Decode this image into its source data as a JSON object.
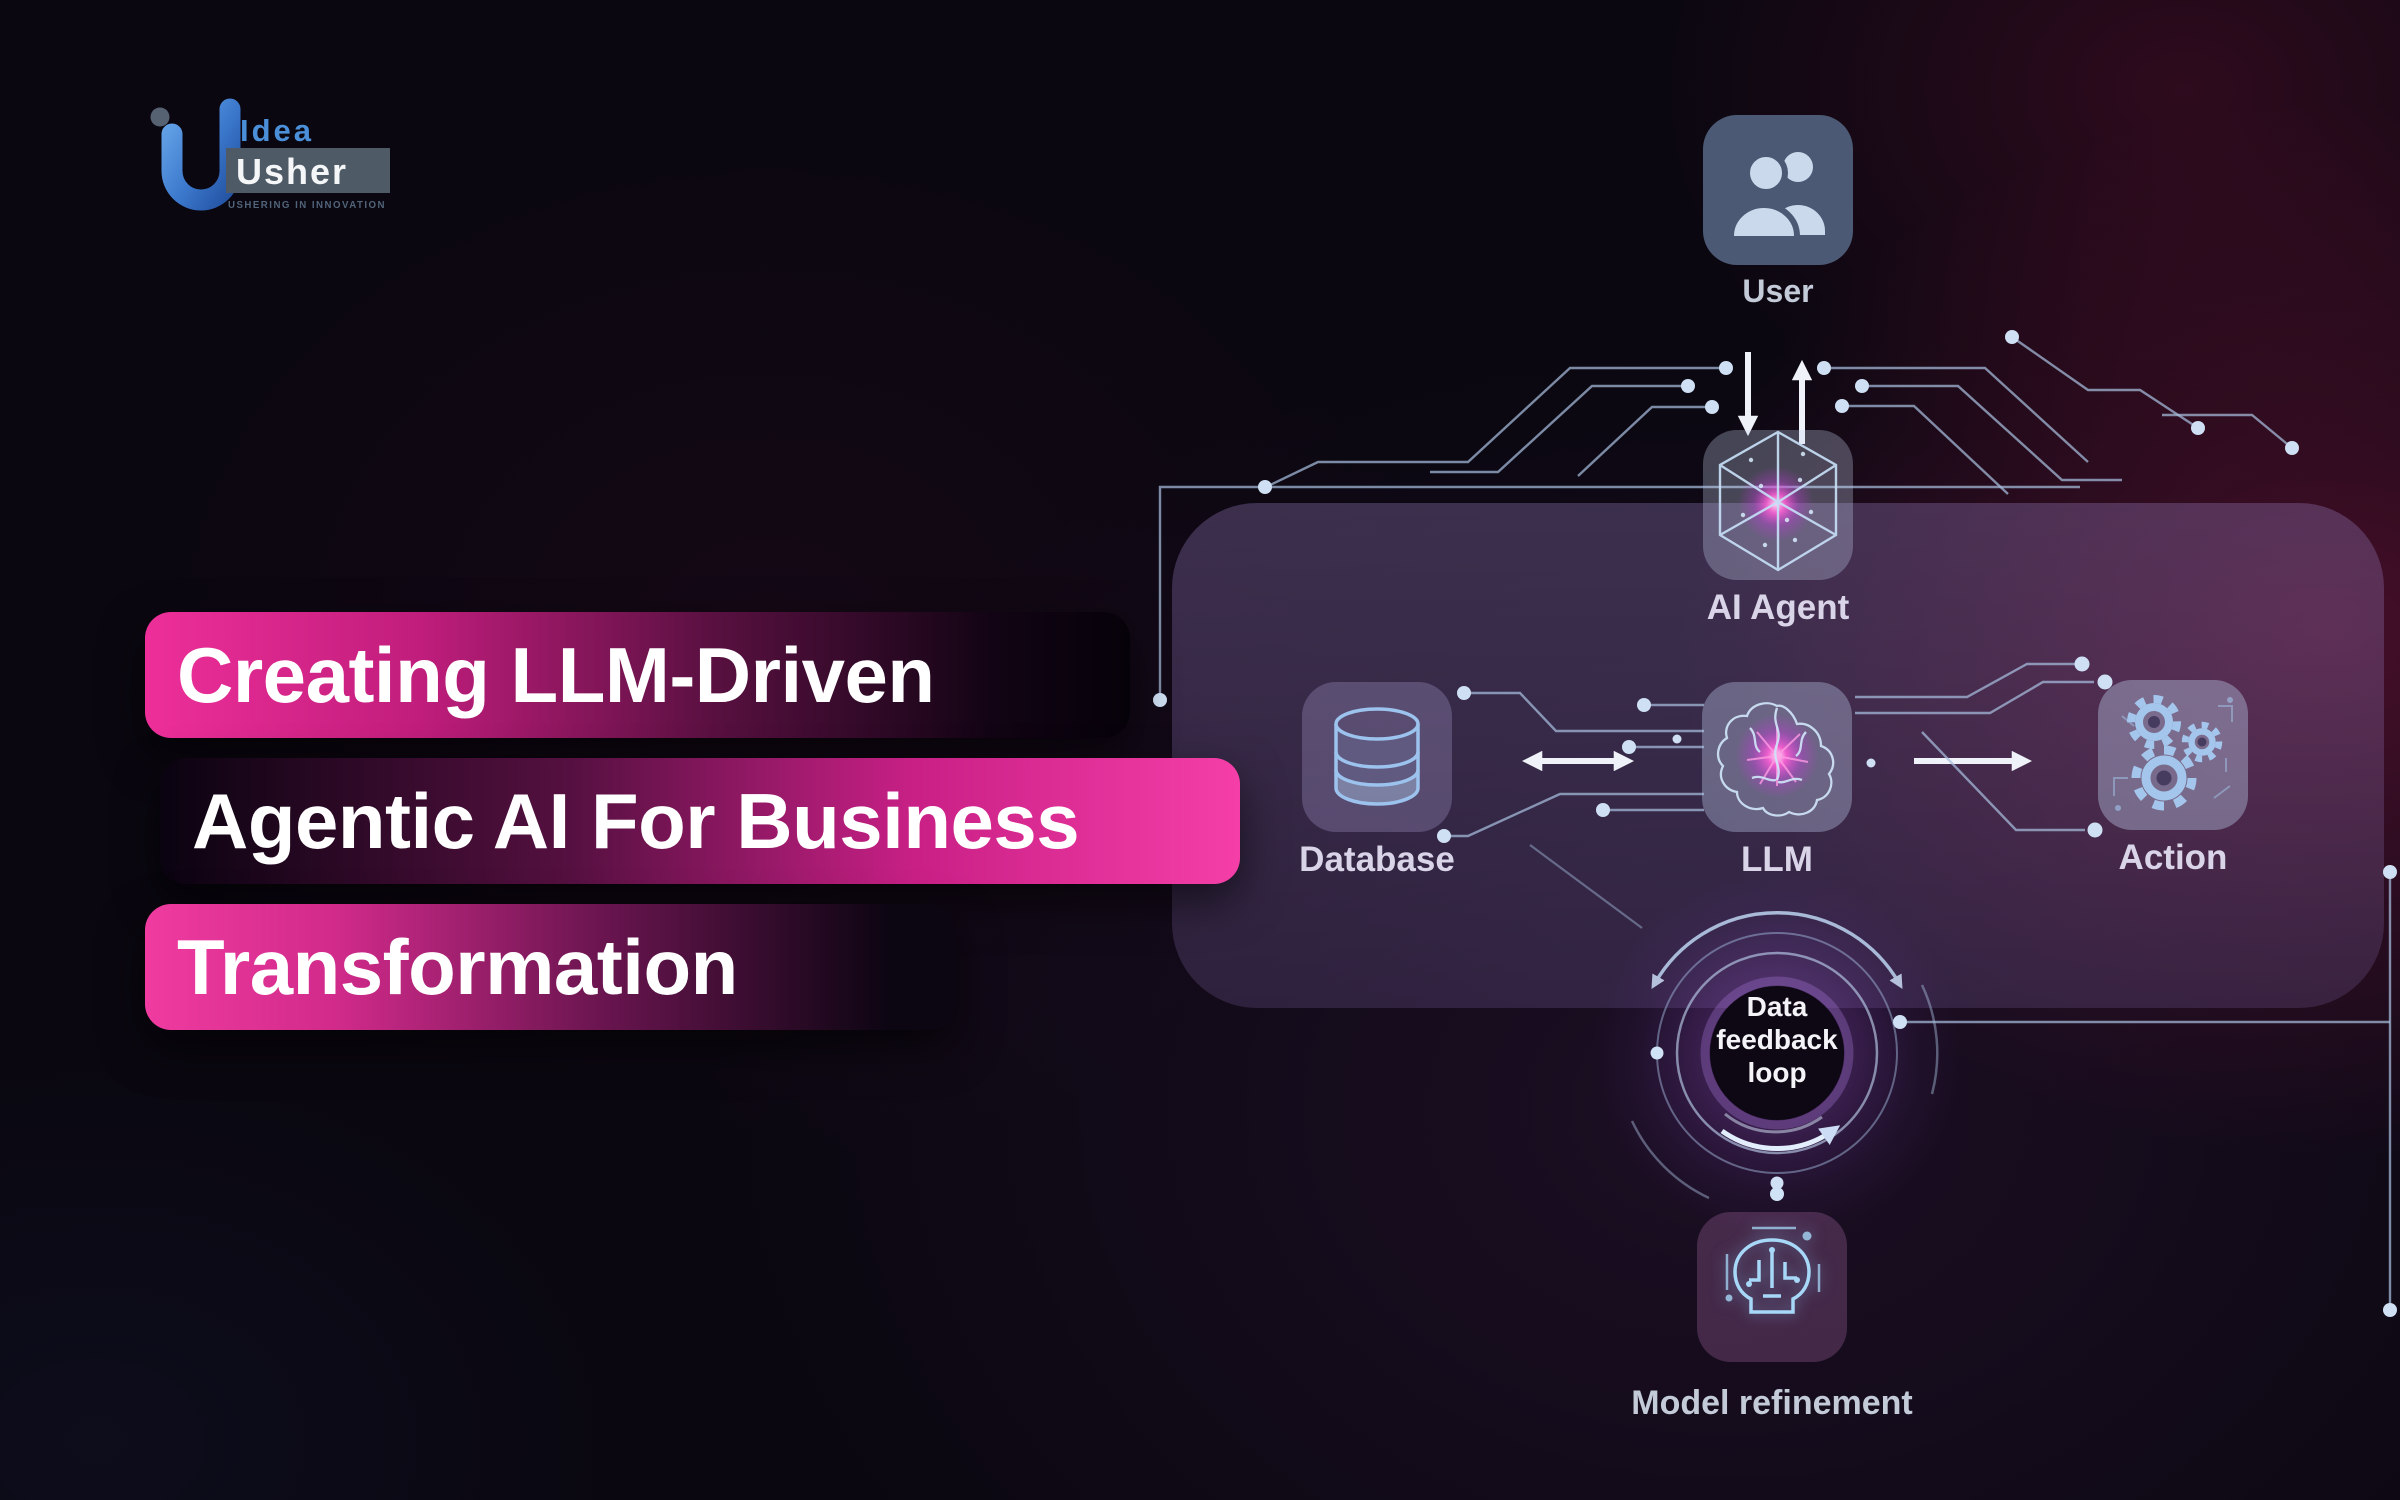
{
  "logo": {
    "brand_top": "Idea",
    "brand_bottom": "Usher",
    "tagline": "USHERING IN INNOVATION"
  },
  "title": {
    "line1": "Creating LLM-Driven",
    "line2": "Agentic AI For Business",
    "line3": "Transformation"
  },
  "diagram": {
    "nodes": {
      "user": {
        "label": "User"
      },
      "ai_agent": {
        "label": "AI Agent"
      },
      "database": {
        "label": "Database"
      },
      "llm": {
        "label": "LLM"
      },
      "action": {
        "label": "Action"
      },
      "feedback_loop": {
        "label": "Data feedback loop"
      },
      "model_refinement": {
        "label": "Model refinement"
      }
    },
    "edges": [
      {
        "from": "User",
        "to": "AI Agent",
        "type": "bidirectional"
      },
      {
        "from": "Database",
        "to": "LLM",
        "type": "bidirectional"
      },
      {
        "from": "LLM",
        "to": "Action",
        "type": "forward"
      },
      {
        "from": "LLM",
        "to": "Data feedback loop",
        "type": "loop"
      },
      {
        "from": "Data feedback loop",
        "to": "Model refinement",
        "type": "forward"
      }
    ]
  },
  "colors": {
    "accent_pink": "#ee2f9a",
    "accent_pink_bright": "#f53ea8",
    "trace_blue": "#a7bede",
    "glyph_blue": "#bcd6f2",
    "panel_lavender": "rgba(140,112,180,0.30)",
    "glow_magenta": "#ff4bd4",
    "logo_blue": "#4a8fd8",
    "background": "#0a0710"
  }
}
